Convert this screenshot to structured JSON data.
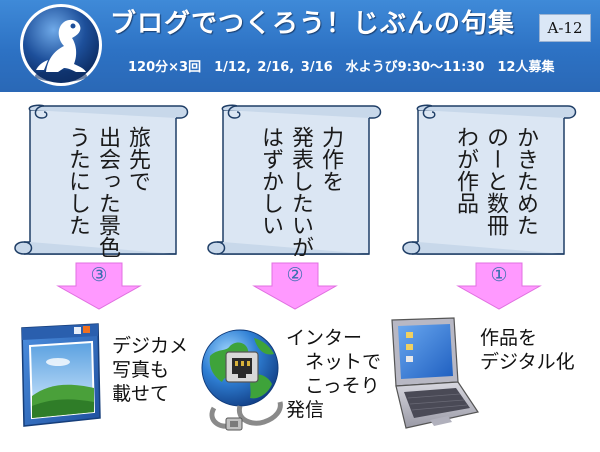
{
  "header": {
    "title": "ブログでつくろう！じぶんの句集",
    "code": "A-12",
    "info": "120分×3回　1/12, 2/16, 3/16　水ようび9:30～11:30　12人募集"
  },
  "scrolls": [
    {
      "lines": [
        "旅先で",
        "出会った景色",
        "うたにした"
      ]
    },
    {
      "lines": [
        "力作を",
        "発表したいが",
        "はずかしい"
      ]
    },
    {
      "lines": [
        "かきためた",
        "のーと数冊",
        "わが作品"
      ]
    }
  ],
  "arrows": [
    "③",
    "②",
    "①"
  ],
  "captions": {
    "camera": [
      "デジカメ",
      "写真も",
      "載せて"
    ],
    "internet": [
      "インター",
      "　ネットで",
      "　こっそり",
      "発信"
    ],
    "laptop": [
      "作品を",
      "デジタル化"
    ]
  },
  "colors": {
    "header": "#2d72c4",
    "scroll_fill": "#dbe6f3",
    "arrow_fill": "#ff99ff",
    "arrow_number": "#3a6fb0"
  },
  "icons": {
    "logo": "frog-logo-icon",
    "camera": "photo-window-icon",
    "internet": "globe-network-icon",
    "laptop": "laptop-icon"
  }
}
